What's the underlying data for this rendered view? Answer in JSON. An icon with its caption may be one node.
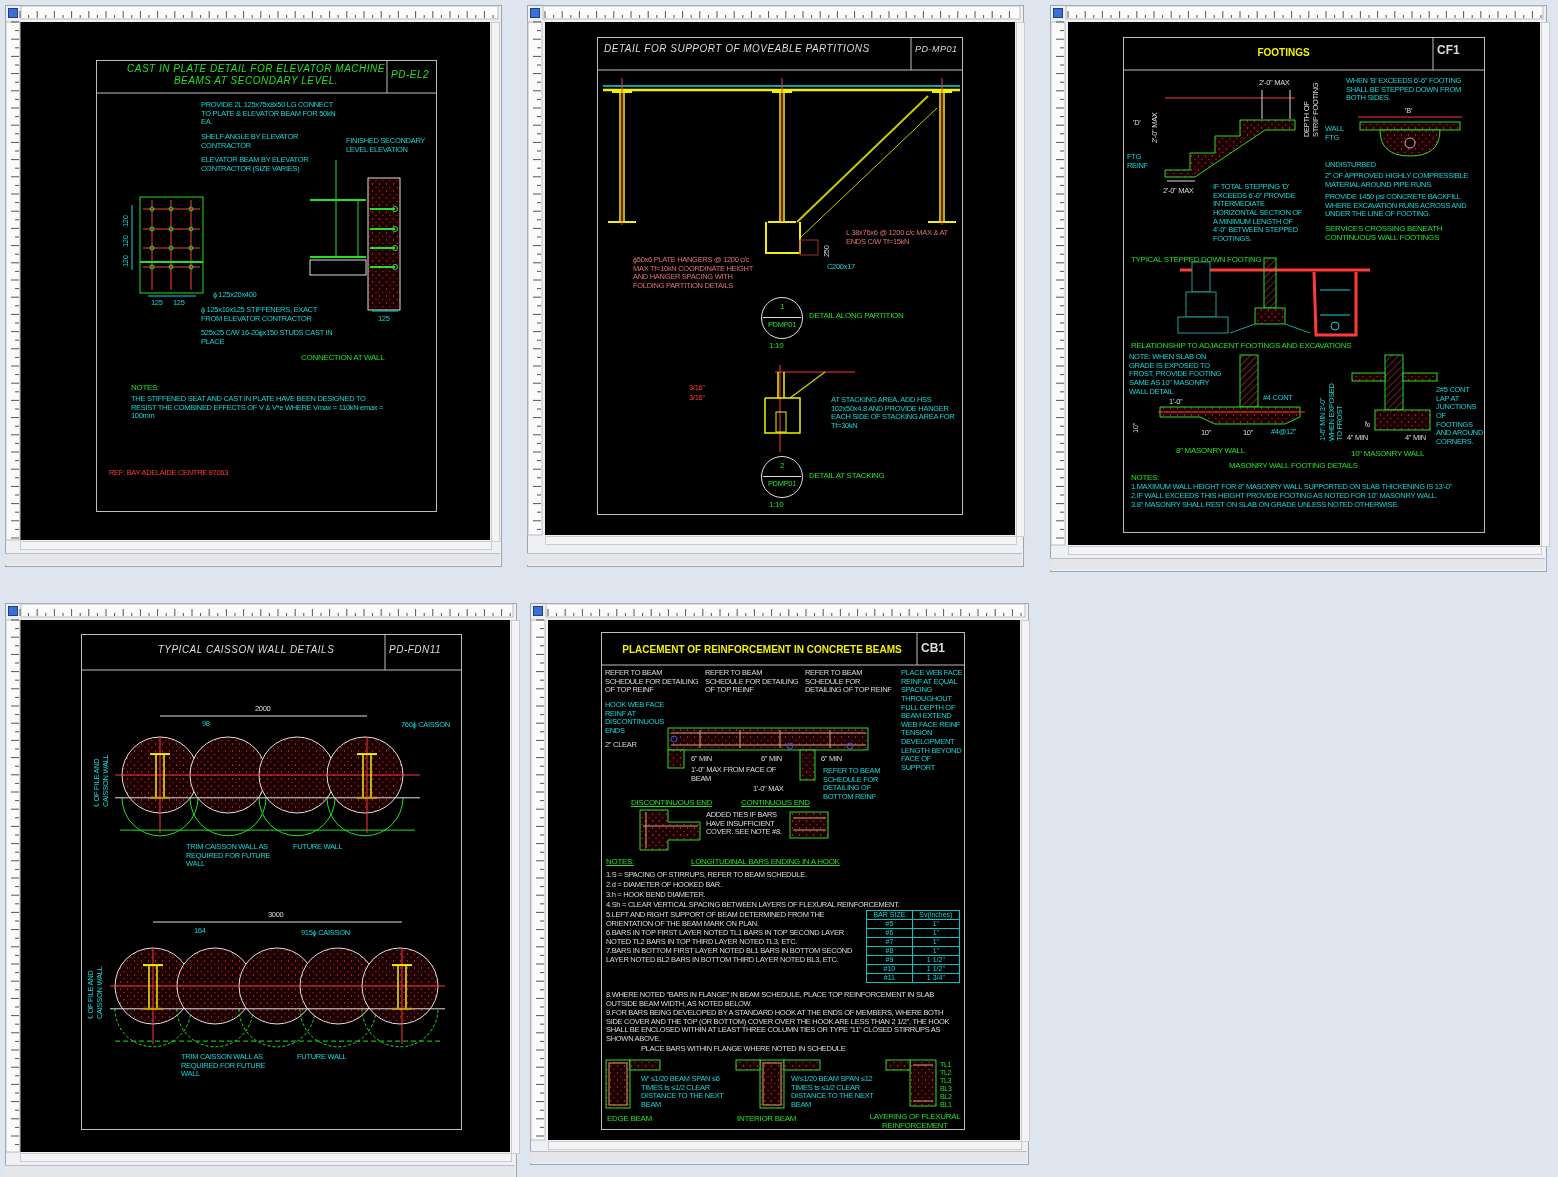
{
  "diagram": {
    "nodes": [
      {
        "text": [
          "CAST IN PLATE DETAIL FOR ELEVATOR MACHINE BEAMS AT SECONDARY LEVEL.",
          "PD-EL2",
          "PROVIDE 2L 125x75x8x50 LG CONNECT TO PLATE & ELEVATOR BEAM FOR 50kN EA.",
          "SHELF ANGLE BY ELEVATOR CONTRACTOR",
          "ELEVATOR BEAM BY ELEVATOR CONTRACTOR (SIZE VARIES)",
          "FINISHED SECONDARY LEVEL ELEVATION",
          "ɸ 125x20x400",
          "ɸ 125x10x125 STIFFENERS, EXACT FROM ELEVATOR CONTRACTOR",
          "525x25 C/W 16-20ɸx150 STUDS CAST IN PLACE",
          "CONNECTION AT WALL",
          "NOTES:",
          "THE STIFFENED SEAT AND CAST IN PLATE HAVE BEEN DESIGNED TO RESIST THE COMBINED EFFECTS OF V & V*e WHERE Vmax = 110kN emax = 100mm",
          "REF: BAY ADELAIDE CENTRE 87063",
          "125",
          "125",
          "125",
          "120",
          "120",
          "120"
        ]
      },
      {
        "text": [
          "DETAIL FOR SUPPORT OF MOVEABLE PARTITIONS",
          "PD-MP01",
          "L 38x76x6 @ 1200 c/c MAX & AT ENDS C/W Tf=15kN",
          "ɸ50x6 PLATE HANGERS @ 1200 c/c MAX Tf=10kN COORDINATE HEIGHT AND HANGER SPACING WITH FOLDING PARTITION DETAILS",
          "C200x17",
          "250",
          "3/16\"",
          "3/16\"",
          "AT STACKING AREA, ADD HSS 102x50x4.8 AND PROVIDE HANGER EACH SIDE OF STACKING AREA FOR Tf=30kN"
        ]
      },
      {
        "text": [
          "1",
          "PDMP01"
        ],
        "beside": [
          "1:10",
          "DETAIL ALONG PARTITION"
        ],
        "in": 1
      },
      {
        "text": [
          "2",
          "PDMP01"
        ],
        "beside": [
          "1:10",
          "DETAIL AT STACKING"
        ],
        "in": 1
      },
      {
        "text": [
          "FOOTINGS",
          "CF1",
          "2'-0\" MAX",
          "DEPTH OF STRIP FOOTING",
          "2'-0\" MAX",
          "'D'",
          "FTG REINF",
          "2'-0\" MAX",
          "IF TOTAL STEPPING 'D' EXCEEDS 6'-0\" PROVIDE INTERMEDIATE HORIZONTAL SECTION OF A MINIMUM LENGTH OF 4'-0\" BETWEEN STEPPED FOOTINGS.",
          "TYPICAL STEPPED DOWN FOOTING",
          "WHEN 'B' EXCEEDS 6'-6\" FOOTING SHALL BE STEPPED DOWN FROM BOTH SIDES.",
          "'B'",
          "WALL FTG",
          "UNDISTURBED",
          "2\" OF APPROVED HIGHLY COMPRESSIBLE MATERIAL AROUND PIPE RUNS.",
          "PROVIDE 1450 psi CONCRETE BACKFILL WHERE EXCAVATION RUNS ACROSS AND UNDER THE LINE OF FOOTING.",
          "SERVICES CROSSING BENEATH CONTINUOUS WALL FOOTINGS",
          "RELATIONSHIP TO ADJACENT FOOTINGS AND EXCAVATIONS",
          "NOTE: WHEN SLAB ON GRADE IS EXPOSED TO FROST, PROVIDE FOOTING SAME AS 10\" MASONRY WALL DETAIL",
          "1'-0\"",
          "10\"",
          "#4 CONT",
          "10\"",
          "10\"",
          "#4@12\"",
          "1'-6\" MIN 3'-0\" WHEN EXPOSED TO FROST",
          "2#5 CONT LAP AT JUNCTIONS OF FOOTINGS AND AROUND CORNERS.",
          "4\" MIN",
          "4\" MIN",
          "8\"",
          "8\" MASONRY WALL",
          "10\" MASONRY WALL",
          "MASONRY WALL FOOTING DETAILS",
          "NOTES:",
          "1.MAXIMUM WALL HEIGHT FOR 8\" MASONRY WALL SUPPORTED ON SLAB THICKENING IS 13'-0\"",
          "2.IF WALL EXCEEDS THIS HEIGHT PROVIDE FOOTING AS NOTED FOR 10\" MASONRY WALL.",
          "3.8\" MASONRY SHALL REST ON SLAB ON GRADE UNLESS NOTED OTHERWISE."
        ]
      },
      {
        "text": [
          "TYPICAL CAISSON WALL DETAILS",
          "PD-FDN11",
          "2000",
          "98",
          "760ɸ CAISSON",
          "℄ OF PILE AND CAISSON WALL",
          "TRIM CAISSON WALL AS REQUIRED FOR FUTURE WALL",
          "FUTURE WALL",
          "3000",
          "164",
          "915ɸ CAISSON",
          "℄ OF PILE AND CAISSON WALL",
          "TRIM CAISSON WALL AS REQUIRED FOR FUTURE WALL",
          "FUTURE WALL"
        ]
      },
      {
        "text": [
          "PLACEMENT OF REINFORCEMENT IN CONCRETE BEAMS",
          "CB1",
          "REFER TO BEAM SCHEDULE FOR DETAILING OF TOP REINF",
          "REFER TO BEAM SCHEDULE FOR DETAILING OF TOP REINF",
          "REFER TO BEAM SCHEDULE FOR DETAILING OF TOP REINF",
          "HOOK WEB FACE REINF AT DISCONTINUOUS ENDS",
          "PLACE WEB FACE REINF AT EQUAL SPACING THROUGHOUT FULL DEPTH OF BEAM EXTEND WEB FACE REINF TENSION DEVELOPMENT LENGTH BEYOND FACE OF SUPPORT",
          "2\" CLEAR",
          "6\" MIN",
          "1'-0\" MAX FROM FACE OF BEAM",
          "6\" MIN",
          "6\" MIN",
          "REFER TO BEAM SCHEDULE FOR DETAILING OF BOTTOM REINF",
          "1'-0\" MAX",
          "DISCONTINUOUS END",
          "CONTINUOUS END",
          "ADDED TIES IF BARS HAVE INSUFFICIENT COVER. SEE NOTE #8.",
          "NOTES:",
          "LONGITUDINAL BARS ENDING IN A HOOK",
          "1.S = SPACING OF STIRRUPS, REFER TO BEAM SCHEDULE.",
          "2.d = DIAMETER OF HOOKED BAR.",
          "3.h = HOOK BEND DIAMETER.",
          "4.Sh = CLEAR VERTICAL SPACING BETWEEN LAYERS OF FLEXURAL REINFORCEMENT.",
          "5.LEFT AND RIGHT SUPPORT OF BEAM DETERMINED FROM THE ORIENTATION OF THE BEAM MARK ON PLAN.",
          "6.BARS IN TOP FIRST LAYER NOTED TL1 BARS IN TOP SECOND LAYER NOTED TL2 BARS IN TOP THIRD LAYER NOTED TL3, ETC.",
          "7.BARS IN BOTTOM FIRST LAYER NOTED BL1 BARS IN BOTTOM SECOND LAYER NOTED BL2 BARS IN BOTTOM THIRD LAYER NOTED BL3, ETC.",
          "8.WHERE NOTED \"BARS IN FLANGE\" IN BEAM SCHEDULE, PLACE TOP REINFORCEMENT IN SLAB OUTSIDE BEAM WIDTH, AS NOTED BELOW.",
          "9.FOR BARS BEING DEVELOPED BY A STANDARD HOOK AT THE ENDS OF MEMBERS, WHERE BOTH SIDE COVER AND THE TOP (OR BOTTOM) COVER OVER THE HOOK ARE LESS THAN 2 1/2\", THE HOOK SHALL BE ENCLOSED WITHIN AT LEAST THREE COLUMN TIES OR TYPE \"11\" CLOSED STIRRUPS AS SHOWN ABOVE.",
          "PLACE BARS WITHIN FLANGE WHERE NOTED IN SCHEDULE",
          "W' ≤1/20 BEAM SPAN ≤6 TIMES ts ≤1/2 CLEAR DISTANCE TO THE NEXT BEAM",
          "W/≤1/20 BEAM SPAN ≤12 TIMES ts ≤1/2 CLEAR DISTANCE TO THE NEXT BEAM",
          "EDGE BEAM",
          "INTERIOR BEAM",
          "LAYERING OF FLEXURAL REINFORCEMENT",
          "TL1",
          "TL2",
          "TL3",
          "BL3",
          "BL2",
          "BL1"
        ]
      }
    ],
    "edges": [],
    "labels": [
      "BAR SIZE",
      "Sv(inches)",
      "#5",
      "1\"",
      "#6",
      "1\"",
      "#7",
      "1\"",
      "#8",
      "1\"",
      "#9",
      "1 1/2\"",
      "#10",
      "1 1/2\"",
      "#11",
      "1 3/4\""
    ]
  }
}
